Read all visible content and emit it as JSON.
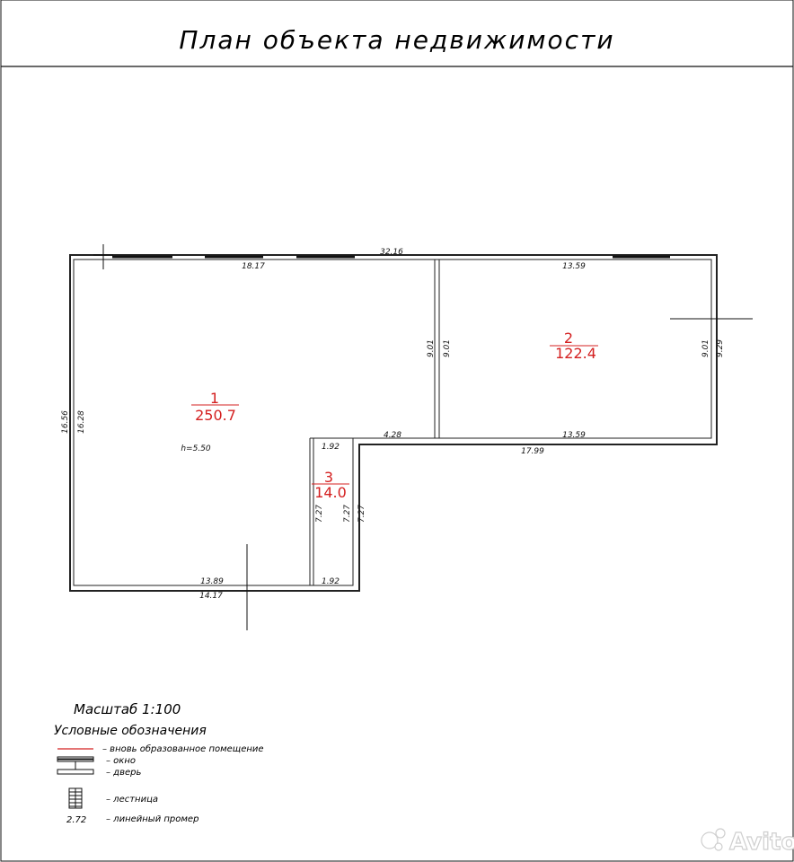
{
  "title": "План объекта недвижимости",
  "rooms": [
    {
      "number": "1",
      "area": "250.7",
      "height": "h=5.50"
    },
    {
      "number": "2",
      "area": "122.4"
    },
    {
      "number": "3",
      "area": "14.0"
    }
  ],
  "dimensions": {
    "top_outer": "32.16",
    "room1_top": "18.17",
    "room2_top": "13.59",
    "left_outer": "16.56",
    "left_inner": "16.28",
    "mid_wall_left": "9.01",
    "mid_wall_right": "9.01",
    "right_inner": "9.01",
    "right_outer": "9.29",
    "room1_step": "4.28",
    "room2_bottom": "13.59",
    "bottom_right_outer": "17.99",
    "room3_top": "1.92",
    "room3_left": "7.27",
    "room3_right_inner": "7.27",
    "room3_right_outer": "7.27",
    "room1_bottom": "13.89",
    "bottom_left_outer": "14.17",
    "room3_bottom": "1.92"
  },
  "scale": "Масштаб 1:100",
  "legend": {
    "heading": "Условные обозначения",
    "items": {
      "new_room": "– вновь образованное помещение",
      "window": "– окно",
      "door": "– дверь",
      "stairs": "– лестница",
      "linear_measure": "– линейный промер",
      "measure_example": "2.72"
    }
  },
  "colors": {
    "new_room_line": "#d42020",
    "wall": "#222222"
  },
  "watermark": "Avito"
}
